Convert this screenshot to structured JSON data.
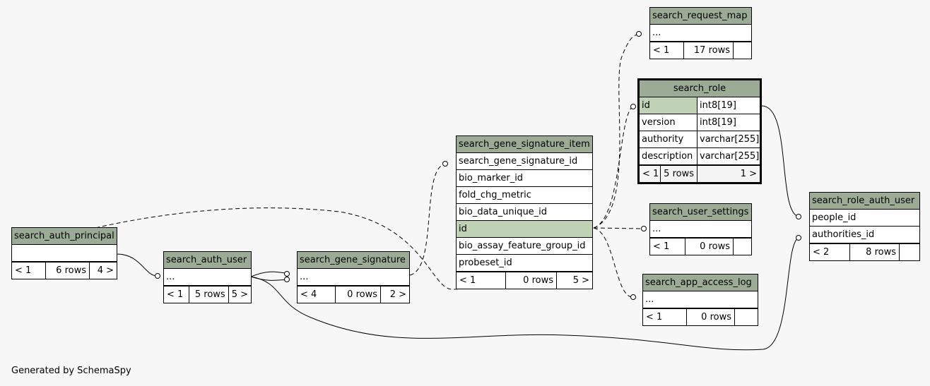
{
  "footer": "Generated by SchemaSpy",
  "tables": {
    "search_request_map": {
      "name": "search_request_map",
      "rows": [
        "..."
      ],
      "footer": {
        "parents": "< 1",
        "row_count": "17 rows",
        "children": ""
      }
    },
    "search_role": {
      "name": "search_role",
      "columns": [
        {
          "name": "id",
          "type": "int8[19]"
        },
        {
          "name": "version",
          "type": "int8[19]"
        },
        {
          "name": "authority",
          "type": "varchar[255]"
        },
        {
          "name": "description",
          "type": "varchar[255]"
        }
      ],
      "footer": {
        "parents": "< 1",
        "row_count": "5 rows",
        "children": "1 >"
      }
    },
    "search_gene_signature_item": {
      "name": "search_gene_signature_item",
      "rows": [
        "search_gene_signature_id",
        "bio_marker_id",
        "fold_chg_metric",
        "bio_data_unique_id",
        "id",
        "bio_assay_feature_group_id",
        "probeset_id"
      ],
      "footer": {
        "parents": "< 1",
        "row_count": "0 rows",
        "children": "5 >"
      }
    },
    "search_user_settings": {
      "name": "search_user_settings",
      "rows": [
        "..."
      ],
      "footer": {
        "parents": "< 1",
        "row_count": "0 rows",
        "children": ""
      }
    },
    "search_role_auth_user": {
      "name": "search_role_auth_user",
      "rows": [
        "people_id",
        "authorities_id"
      ],
      "footer": {
        "parents": "< 2",
        "row_count": "8 rows",
        "children": ""
      }
    },
    "search_auth_principal": {
      "name": "search_auth_principal",
      "rows": [
        ""
      ],
      "footer": {
        "parents": "< 1",
        "row_count": "6 rows",
        "children": "4 >"
      }
    },
    "search_auth_user": {
      "name": "search_auth_user",
      "rows": [
        "..."
      ],
      "footer": {
        "parents": "< 1",
        "row_count": "5 rows",
        "children": "5 >"
      }
    },
    "search_gene_signature": {
      "name": "search_gene_signature",
      "rows": [
        "..."
      ],
      "footer": {
        "parents": "< 4",
        "row_count": "0 rows",
        "children": "2 >"
      }
    },
    "search_app_access_log": {
      "name": "search_app_access_log",
      "rows": [
        "..."
      ],
      "footer": {
        "parents": "< 1",
        "row_count": "0 rows",
        "children": ""
      }
    }
  },
  "colors": {
    "header": "#9bab96",
    "primary_key_row": "#bfd2b6",
    "background": "#f7f7f7"
  }
}
